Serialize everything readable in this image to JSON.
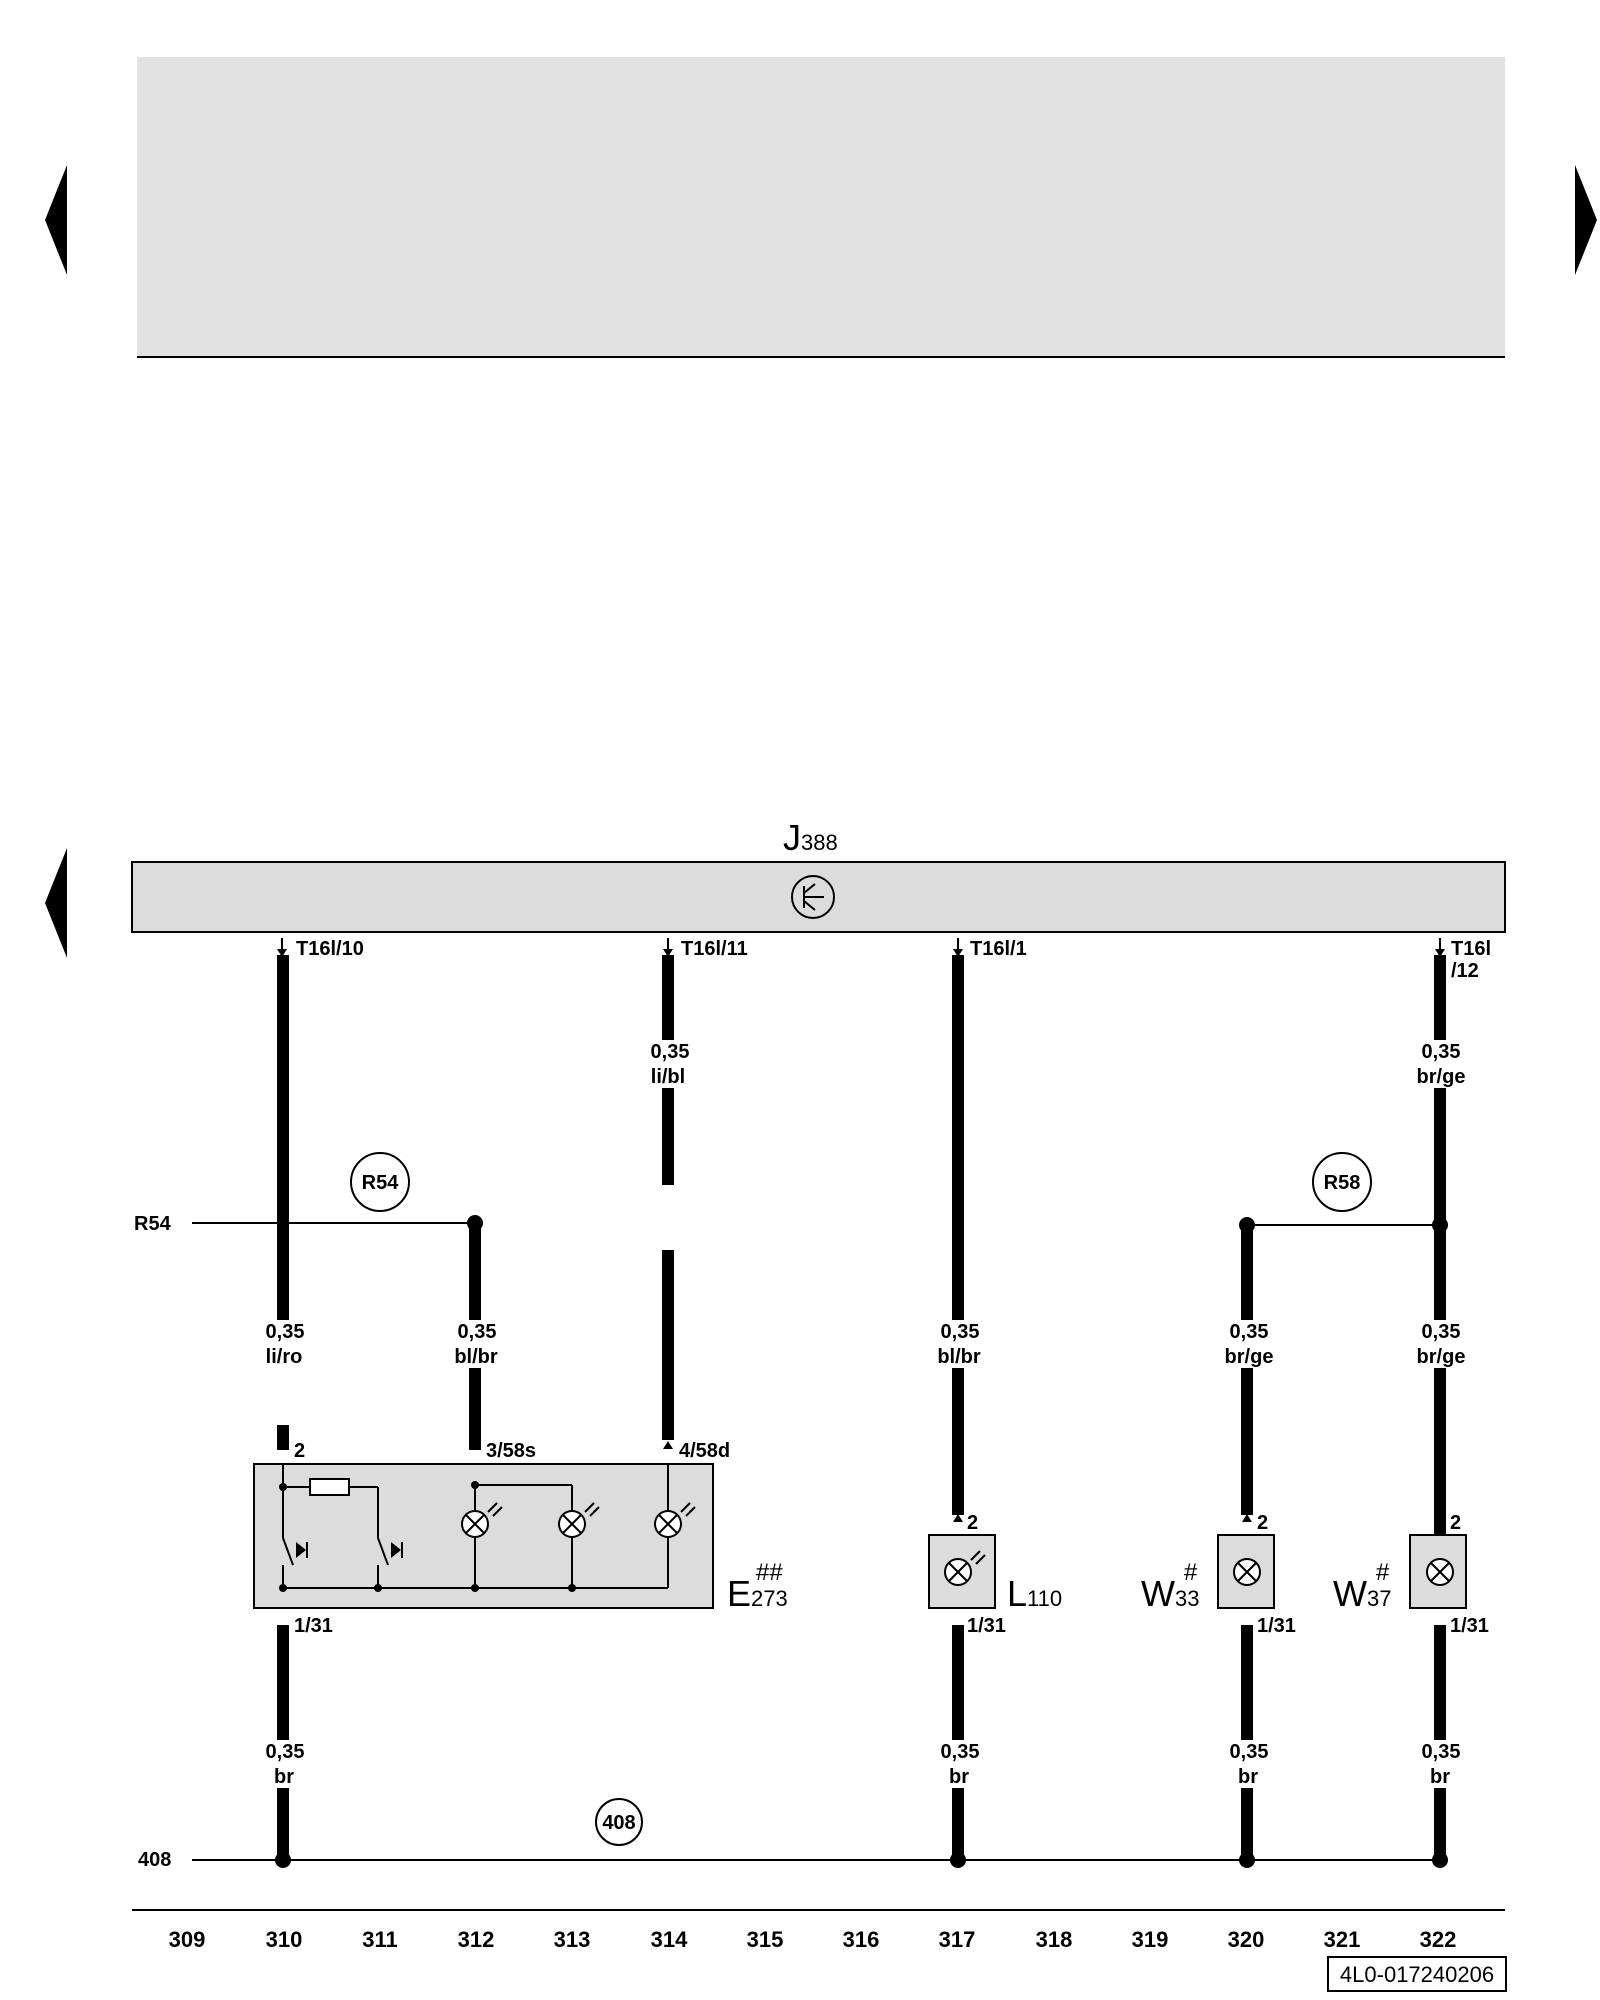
{
  "control_unit": {
    "name": "J",
    "number": "388"
  },
  "terminals": [
    {
      "id": "t10",
      "text": "T16l/10"
    },
    {
      "id": "t11",
      "text": "T16l/11"
    },
    {
      "id": "t1",
      "text": "T16l/1"
    },
    {
      "id": "t12a",
      "text": "T16l"
    },
    {
      "id": "t12b",
      "text": "/12"
    }
  ],
  "wires": [
    {
      "id": "w1",
      "size": "0,35",
      "color": "li/bl"
    },
    {
      "id": "w2",
      "size": "0,35",
      "color": "br/ge"
    },
    {
      "id": "w3",
      "size": "0,35",
      "color": "li/ro"
    },
    {
      "id": "w4",
      "size": "0,35",
      "color": "bl/br"
    },
    {
      "id": "w5",
      "size": "0,35",
      "color": "bl/br"
    },
    {
      "id": "w6",
      "size": "0,35",
      "color": "br/ge"
    },
    {
      "id": "w7",
      "size": "0,35",
      "color": "br/ge"
    },
    {
      "id": "w8",
      "size": "0,35",
      "color": "br"
    },
    {
      "id": "w9",
      "size": "0,35",
      "color": "br"
    },
    {
      "id": "w10",
      "size": "0,35",
      "color": "br"
    },
    {
      "id": "w11",
      "size": "0,35",
      "color": "br"
    }
  ],
  "pins": [
    {
      "id": "p1",
      "text": "2"
    },
    {
      "id": "p2",
      "text": "3/58s"
    },
    {
      "id": "p3",
      "text": "4/58d"
    },
    {
      "id": "p4",
      "text": "1/31"
    },
    {
      "id": "p5",
      "text": "2"
    },
    {
      "id": "p6",
      "text": "1/31"
    },
    {
      "id": "p7",
      "text": "2"
    },
    {
      "id": "p8",
      "text": "1/31"
    },
    {
      "id": "p9",
      "text": "2"
    },
    {
      "id": "p10",
      "text": "1/31"
    }
  ],
  "references": {
    "r54_left": "R54",
    "r54_circle": "R54",
    "r58_circle": "R58",
    "g408_left": "408",
    "g408_circle": "408"
  },
  "components": [
    {
      "id": "e273",
      "letter": "E",
      "sub": "273",
      "sup": "##"
    },
    {
      "id": "l110",
      "letter": "L",
      "sub": "110",
      "sup": ""
    },
    {
      "id": "w33",
      "letter": "W",
      "sub": "33",
      "sup": "#"
    },
    {
      "id": "w37",
      "letter": "W",
      "sub": "37",
      "sup": "#"
    }
  ],
  "current_tracks": [
    "309",
    "310",
    "311",
    "312",
    "313",
    "314",
    "315",
    "316",
    "317",
    "318",
    "319",
    "320",
    "321",
    "322"
  ],
  "diagram_code": "4L0-017240206"
}
